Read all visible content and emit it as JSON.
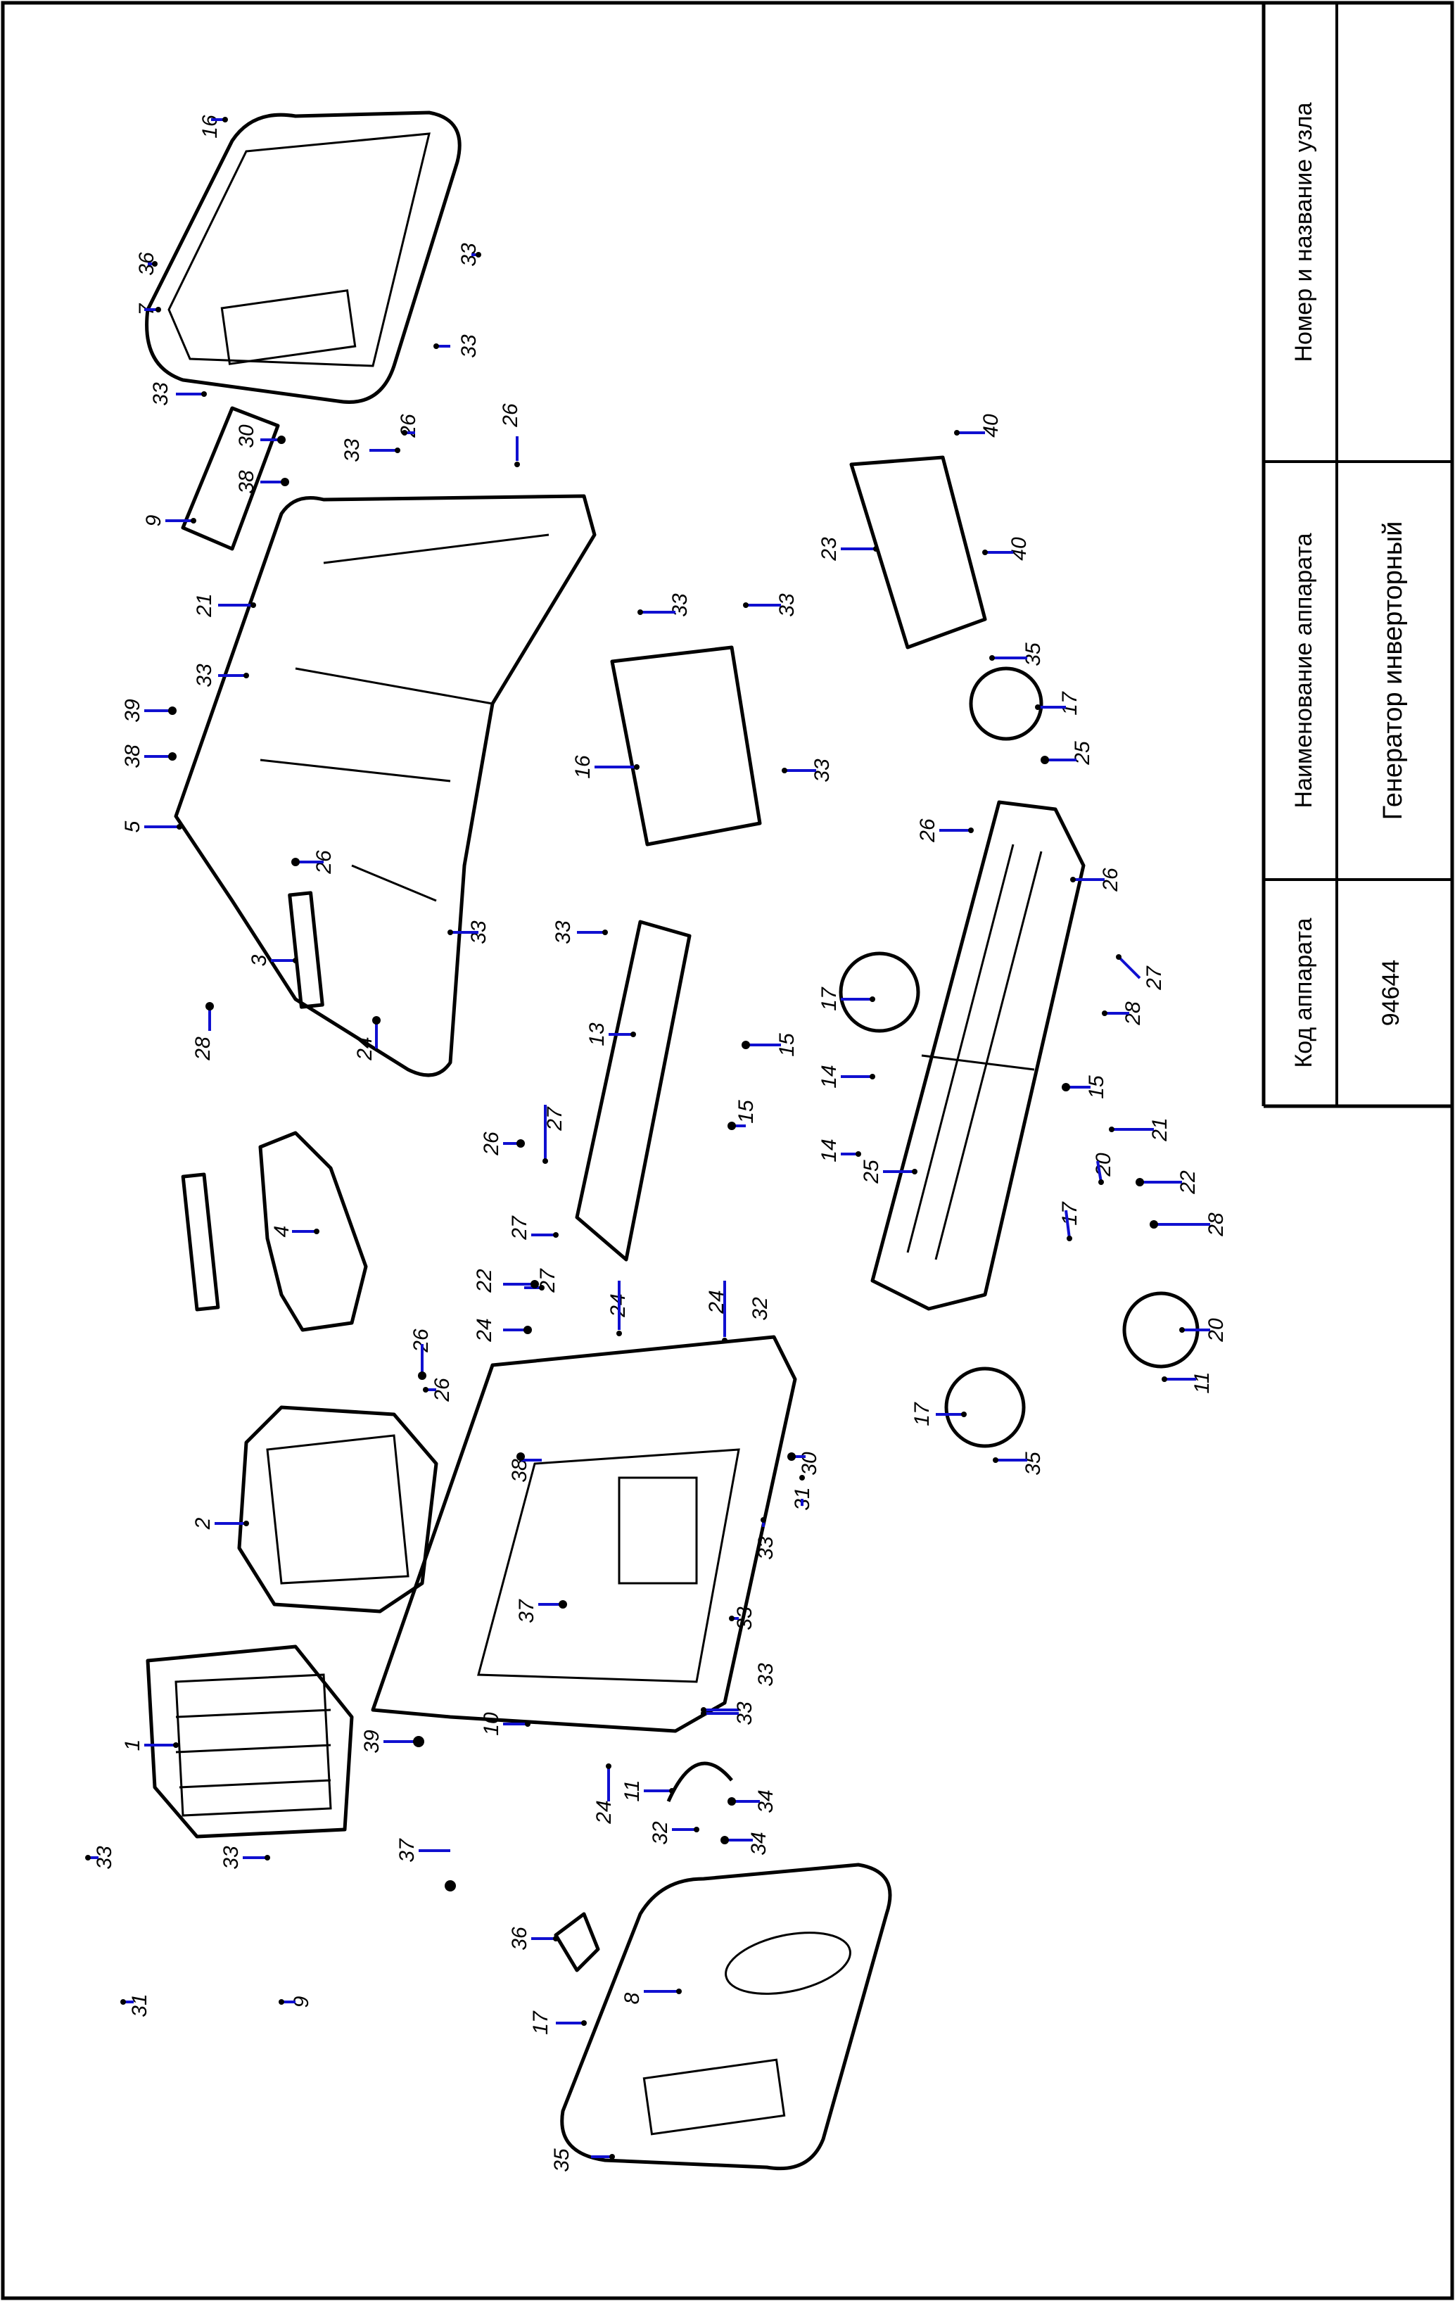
{
  "title_block": {
    "col_code_header": "Код аппарата",
    "col_name_header": "Наименование аппарата",
    "col_node_header": "Номер и название узла",
    "code_value": "94644",
    "name_value": "Генератор инверторный",
    "node_value": ""
  },
  "callouts": [
    "16",
    "36",
    "7",
    "33",
    "33",
    "33",
    "26",
    "26",
    "33",
    "38",
    "30",
    "9",
    "21",
    "33",
    "39",
    "38",
    "5",
    "26",
    "3",
    "4",
    "33",
    "24",
    "28",
    "33",
    "33",
    "33",
    "16",
    "33",
    "40",
    "40",
    "23",
    "35",
    "17",
    "25",
    "26",
    "26",
    "27",
    "28",
    "17",
    "14",
    "15",
    "15",
    "15",
    "14",
    "25",
    "13",
    "27",
    "26",
    "27",
    "24",
    "27",
    "24",
    "32",
    "26",
    "24",
    "22",
    "26",
    "2",
    "1",
    "39",
    "37",
    "10",
    "33",
    "33",
    "31",
    "30",
    "33",
    "37",
    "38",
    "24",
    "11",
    "34",
    "34",
    "32",
    "33",
    "33",
    "33",
    "31",
    "9",
    "8",
    "36",
    "17",
    "35",
    "17",
    "35",
    "11",
    "20",
    "22",
    "21",
    "20",
    "28",
    "17"
  ]
}
